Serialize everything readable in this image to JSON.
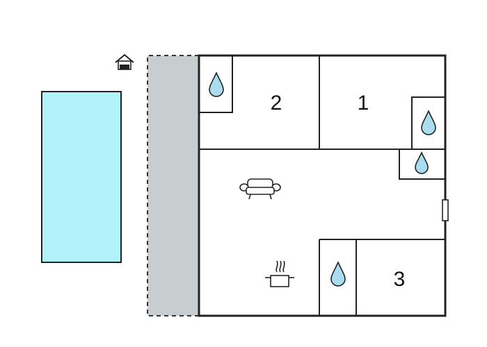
{
  "colors": {
    "pool": "#b2f3fa",
    "terrace": "#c8cdcf",
    "bath_drop": "#a9dcef",
    "wall": "#222222"
  },
  "rooms": {
    "bedroom_1": {
      "label": "1"
    },
    "bedroom_2": {
      "label": "2"
    },
    "bedroom_3": {
      "label": "3"
    }
  },
  "icons": {
    "entrance": "house-entrance-icon",
    "bathroom": "water-drop-icon",
    "living": "sofa-icon",
    "kitchen": "cooking-pot-icon",
    "window": "window-icon"
  }
}
